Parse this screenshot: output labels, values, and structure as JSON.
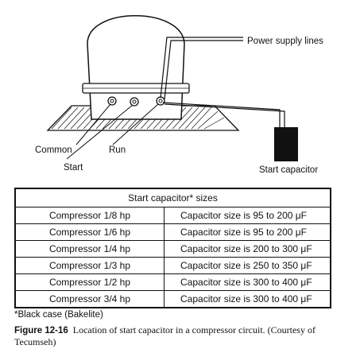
{
  "diagram": {
    "labels": {
      "power_supply": "Power supply lines",
      "common": "Common",
      "run": "Run",
      "start": "Start",
      "start_capacitor": "Start capacitor"
    }
  },
  "table": {
    "header": "Start capacitor* sizes",
    "rows": [
      {
        "compressor": "Compressor 1/8 hp",
        "capacitor": "Capacitor size is 95 to 200 μF"
      },
      {
        "compressor": "Compressor 1/6 hp",
        "capacitor": "Capacitor size is 95 to 200 μF"
      },
      {
        "compressor": "Compressor 1/4 hp",
        "capacitor": "Capacitor size is 200 to 300 μF"
      },
      {
        "compressor": "Compressor 1/3 hp",
        "capacitor": "Capacitor size is 250 to 350 μF"
      },
      {
        "compressor": "Compressor 1/2 hp",
        "capacitor": "Capacitor size is 300 to 400 μF"
      },
      {
        "compressor": "Compressor 3/4 hp",
        "capacitor": "Capacitor size is 300 to 400 μF"
      }
    ]
  },
  "footnote": "*Black case (Bakelite)",
  "caption": {
    "label": "Figure 12-16",
    "text": "Location of start capacitor in a compressor circuit. (Courtesy of Tecumseh)"
  }
}
